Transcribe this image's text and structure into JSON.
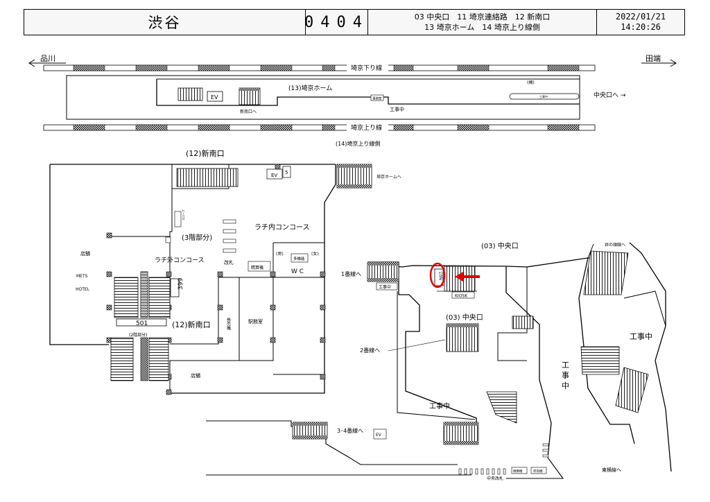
{
  "header": {
    "station": "渋谷",
    "code": "0404",
    "exits_line1": "03 中央口　11 埼京連絡路　12 新南口",
    "exits_line2": "13 埼京ホーム　14 埼京上り線側",
    "date": "2022/01/21",
    "time": "14:20:26"
  },
  "map": {
    "west_label": "品川",
    "east_label": "田端",
    "track_down": "埼京下り線",
    "track_up": "埼京上り線",
    "platform": "(13)埼京ホーム",
    "platform_hatched": "(柵)",
    "platform_construction": "工事中",
    "platform_construction_small": "工事中",
    "platform_office": "事務室",
    "ev": "EV",
    "to_new_south": "新南口へ",
    "to_central": "中央口へ →",
    "up_side": "(14)埼京上り線側",
    "new_south_title": "(12)新南口",
    "ev_upper": "EV",
    "ev_upper_num": "5",
    "to_saikyo_home": "埼京ホームへ",
    "inside_concourse": "ラチ内コンコース",
    "third_floor": "(3階部分)",
    "outside_concourse": "ラチ外コンコース",
    "shop1": "店舗",
    "mets": "METS",
    "hotel": "HOTEL",
    "num_399": "399",
    "num_501": "501",
    "new_south_bottom": "(12)新南口",
    "second_floor": "(2階部分)",
    "shop2": "店舗",
    "gate": "改札",
    "multi_toilet": "多機能",
    "men": "(男)",
    "women": "(女)",
    "wc": "W C",
    "ticket_machines": "精算機",
    "ticket_sales": "券売機",
    "station_office": "駅務室",
    "vertical_small": "スロープ",
    "central_title_top": "(03) 中央口",
    "to_line1": "1番線へ",
    "construction_small": "工事中",
    "ad_num": "N07",
    "kiosk": "KIOSK",
    "central_title_mid": "(03) 中央口",
    "to_line2": "2番線へ",
    "construction_mid": "工事中",
    "to_line34": "3･4番線へ",
    "ev_bottom": "EV",
    "to_inokashira": "井の頭線へ",
    "construction_right": "工事中",
    "construction_vertical": [
      "工",
      "事",
      "中"
    ],
    "central_gate": "中央改札",
    "ticket_machines_bottom": "精算機",
    "ticket_sales_bottom": "券売機",
    "to_toyoko": "東横線へ"
  }
}
